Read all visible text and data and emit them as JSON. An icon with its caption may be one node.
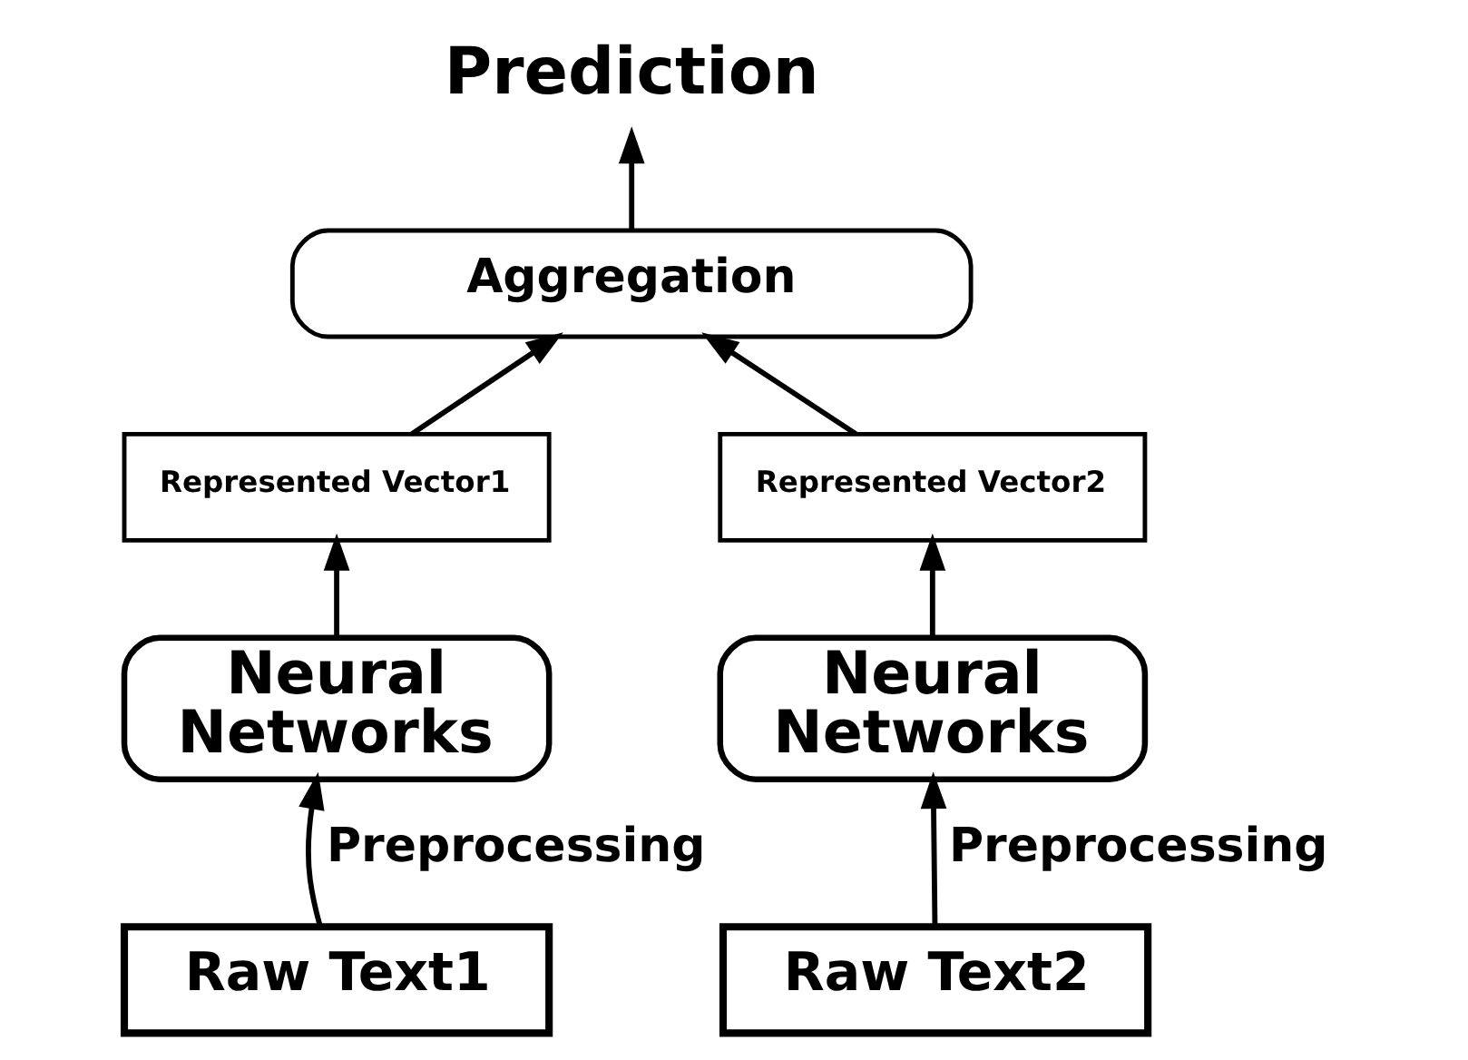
{
  "diagram": {
    "nodes": [
      {
        "text": [
          "Prediction"
        ]
      },
      {
        "text": [
          "Aggregation"
        ]
      },
      {
        "text": [
          "Represented Vector1"
        ]
      },
      {
        "text": [
          "Represented Vector2"
        ]
      },
      {
        "text": [
          "Neural Networks"
        ]
      },
      {
        "text": [
          "Neural Networks"
        ]
      },
      {
        "text": [
          "Raw Text1"
        ]
      },
      {
        "text": [
          "Raw Text2"
        ]
      }
    ],
    "edges": [
      {
        "from": 1,
        "to": 0,
        "arrow": "to"
      },
      {
        "from": 2,
        "to": 1,
        "arrow": "to"
      },
      {
        "from": 3,
        "to": 1,
        "arrow": "to"
      },
      {
        "from": 4,
        "to": 2,
        "arrow": "to"
      },
      {
        "from": 5,
        "to": 3,
        "arrow": "to"
      },
      {
        "from": 6,
        "to": 4,
        "arrow": "to",
        "label": "Preprocessing"
      },
      {
        "from": 7,
        "to": 5,
        "arrow": "to",
        "label": "Preprocessing"
      }
    ]
  }
}
